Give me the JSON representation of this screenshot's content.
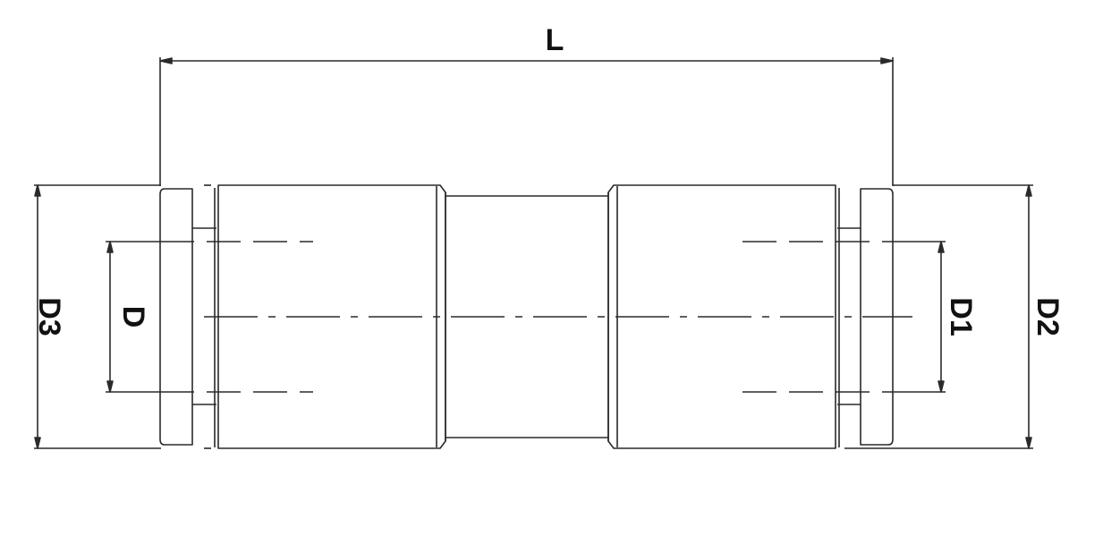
{
  "colors": {
    "line": "#2a2a2a",
    "background": "#ffffff"
  },
  "dimensions": {
    "overall_length": "L",
    "bore_left": "D",
    "bore_right": "D1",
    "outer_right": "D2",
    "outer_left": "D3"
  }
}
